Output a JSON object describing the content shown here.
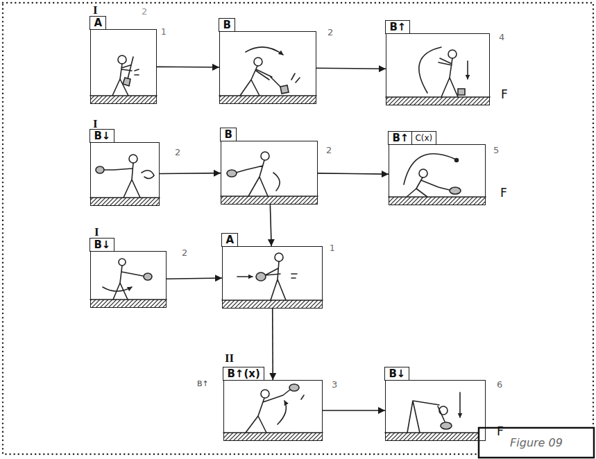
{
  "diagram": {
    "caption": "Figure 09",
    "nodes": [
      {
        "text": [
          "A"
        ]
      },
      {
        "text": [
          "B"
        ]
      },
      {
        "text": [
          "B↑"
        ]
      },
      {
        "text": [
          "B↓"
        ]
      },
      {
        "text": [
          "B"
        ]
      },
      {
        "text": [
          "B↑",
          "C(x)"
        ]
      },
      {
        "text": [
          "B↓"
        ]
      },
      {
        "text": [
          "A"
        ]
      },
      {
        "text": [
          "B↑(x)"
        ]
      },
      {
        "text": [
          "B↓"
        ]
      }
    ],
    "edges": [
      {
        "from": 0,
        "to": 1,
        "arrow": "to"
      },
      {
        "from": 1,
        "to": 2,
        "arrow": "to"
      },
      {
        "from": 3,
        "to": 4,
        "arrow": "to"
      },
      {
        "from": 4,
        "to": 5,
        "arrow": "to"
      },
      {
        "from": 4,
        "to": 7,
        "arrow": "to"
      },
      {
        "from": 6,
        "to": 7,
        "arrow": "to"
      },
      {
        "from": 7,
        "to": 8,
        "arrow": "to"
      },
      {
        "from": 8,
        "to": 9,
        "arrow": "to"
      }
    ],
    "labels": [
      "I",
      "2",
      "1",
      "2",
      "4",
      "F",
      "I",
      "2",
      "2",
      "5",
      "F",
      "I",
      "2",
      "1",
      "II",
      "B↑",
      "3",
      "6",
      "F"
    ]
  }
}
